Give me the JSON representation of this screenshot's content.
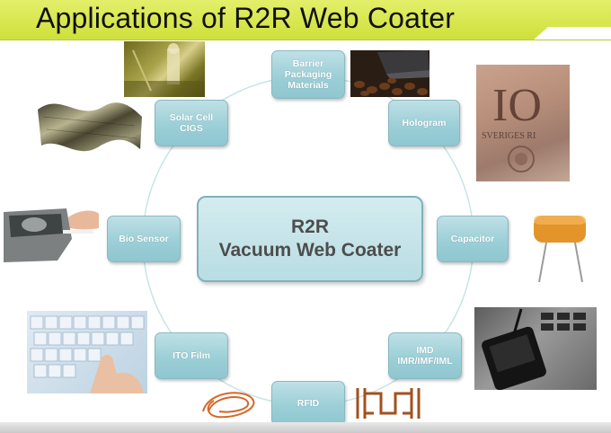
{
  "title": "Applications of R2R Web Coater",
  "center": {
    "line1": "R2R",
    "line2": "Vacuum Web Coater"
  },
  "applications": {
    "barrier": "Barrier\nPackaging\nMaterials",
    "hologram": "Hologram",
    "capacitor": "Capacitor",
    "imd": "IMD\nIMR/IMF/IML",
    "rfid": "RFID",
    "ito": "ITO Film",
    "bio": "Bio Sensor",
    "solar": "Solar Cell\nCIGS"
  },
  "colors": {
    "title_bar": "#d4e44a",
    "node_fill": "#9ccfd7",
    "ring": "#bfe0e4"
  }
}
